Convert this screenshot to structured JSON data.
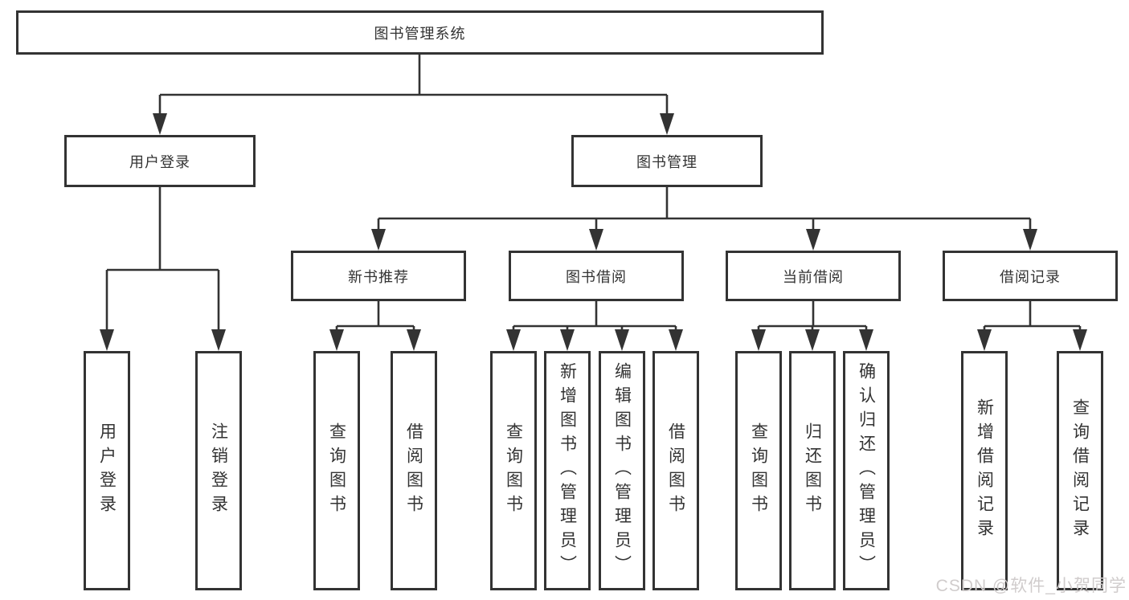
{
  "tree": {
    "root": {
      "label": "图书管理系统"
    },
    "branches": [
      {
        "label": "用户登录",
        "children": [
          {
            "label": "用户登录"
          },
          {
            "label": "注销登录"
          }
        ]
      },
      {
        "label": "图书管理",
        "children": [
          {
            "label": "新书推荐",
            "children": [
              {
                "label": "查询图书"
              },
              {
                "label": "借阅图书"
              }
            ]
          },
          {
            "label": "图书借阅",
            "children": [
              {
                "label": "查询图书"
              },
              {
                "label": "新增图书（管理员）"
              },
              {
                "label": "编辑图书（管理员）"
              },
              {
                "label": "借阅图书"
              }
            ]
          },
          {
            "label": "当前借阅",
            "children": [
              {
                "label": "查询图书"
              },
              {
                "label": "归还图书"
              },
              {
                "label": "确认归还（管理员）"
              }
            ]
          },
          {
            "label": "借阅记录",
            "children": [
              {
                "label": "新增借阅记录"
              },
              {
                "label": "查询借阅记录"
              }
            ]
          }
        ]
      }
    ]
  },
  "watermark": {
    "text": "CSDN @软件_小贺同学"
  },
  "colors": {
    "line": "#333333",
    "text": "#333333",
    "box_bg": "#ffffff",
    "watermark": "#d0cccc"
  }
}
